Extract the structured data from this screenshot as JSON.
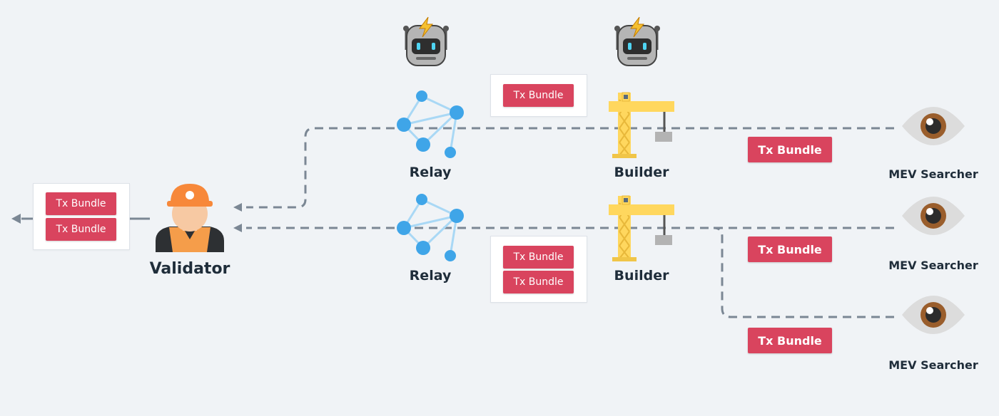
{
  "labels": {
    "validator": "Validator",
    "relay": "Relay",
    "builder": "Builder",
    "searcher": "MEV Searcher",
    "bundle": "Tx Bundle"
  },
  "colors": {
    "background": "#f0f3f6",
    "bundle": "#d9445e",
    "relay_node": "#3fa5e8",
    "crane": "#ffd75e",
    "flow_line": "#7b8794"
  }
}
